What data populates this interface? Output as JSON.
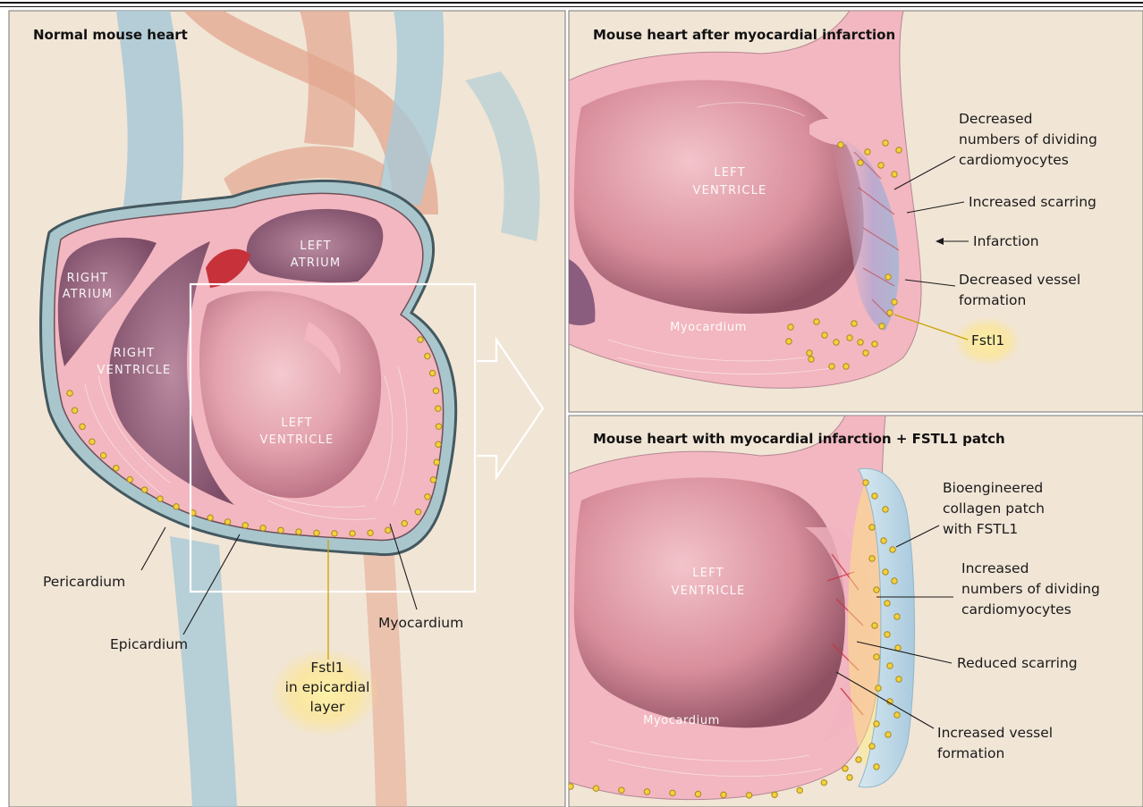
{
  "panels": {
    "normal": {
      "title": "Normal mouse heart",
      "chambers": {
        "right_atrium_1": "RIGHT",
        "right_atrium_2": "ATRIUM",
        "left_atrium_1": "LEFT",
        "left_atrium_2": "ATRIUM",
        "right_ventricle_1": "RIGHT",
        "right_ventricle_2": "VENTRICLE",
        "left_ventricle_1": "LEFT",
        "left_ventricle_2": "VENTRICLE"
      },
      "labels": {
        "pericardium": "Pericardium",
        "epicardium": "Epicardium",
        "myocardium": "Myocardium",
        "fstl1_1": "Fstl1",
        "fstl1_2": "in epicardial",
        "fstl1_3": "layer"
      }
    },
    "infarction": {
      "title": "Mouse heart after myocardial infarction",
      "chambers": {
        "left_ventricle_1": "LEFT",
        "left_ventricle_2": "VENTRICLE",
        "myocardium": "Myocardium"
      },
      "labels": {
        "dividing_1": "Decreased",
        "dividing_2": "numbers of dividing",
        "dividing_3": "cardiomyocytes",
        "scarring": "Increased scarring",
        "infarction": "Infarction",
        "vessel_1": "Decreased vessel",
        "vessel_2": "formation",
        "fstl1": "Fstl1"
      }
    },
    "patch": {
      "title": "Mouse heart with myocardial infarction + FSTL1 patch",
      "chambers": {
        "left_ventricle_1": "LEFT",
        "left_ventricle_2": "VENTRICLE",
        "myocardium": "Myocardium"
      },
      "labels": {
        "patch_1": "Bioengineered",
        "patch_2": "collagen patch",
        "patch_3": "with FSTL1",
        "dividing_1": "Increased",
        "dividing_2": "numbers of dividing",
        "dividing_3": "cardiomyocytes",
        "scarring": "Reduced scarring",
        "vessel_1": "Increased vessel",
        "vessel_2": "formation"
      }
    }
  },
  "colors": {
    "background": "#f1e5d6",
    "vessel_blue": "#a9c9d6",
    "vessel_orange": "#e3a68e",
    "myocardium": "#f2b7c0",
    "chamber_dark": "#9a5a6e",
    "pericardium": "#a9c6cd",
    "fstl1_dot": "#f4d13d",
    "infarct": "#b9a8cf",
    "patch": "#b7d5e4"
  }
}
